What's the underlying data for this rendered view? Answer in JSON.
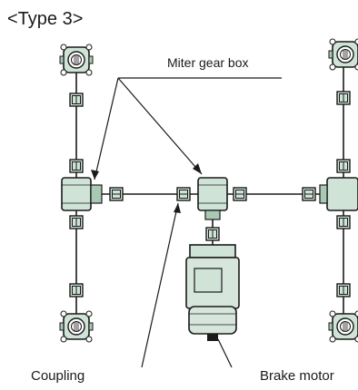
{
  "title": "<Type 3>",
  "labels": {
    "miter_gear_box": "Miter gear box",
    "coupling": "Coupling",
    "brake_motor": "Brake motor"
  },
  "colors": {
    "line": "#1a1a1a",
    "box_fill": "#cfe3d6",
    "box_fill_dark": "#a9c9b4",
    "motor_fill": "#d6e6dc",
    "background": "#ffffff"
  }
}
